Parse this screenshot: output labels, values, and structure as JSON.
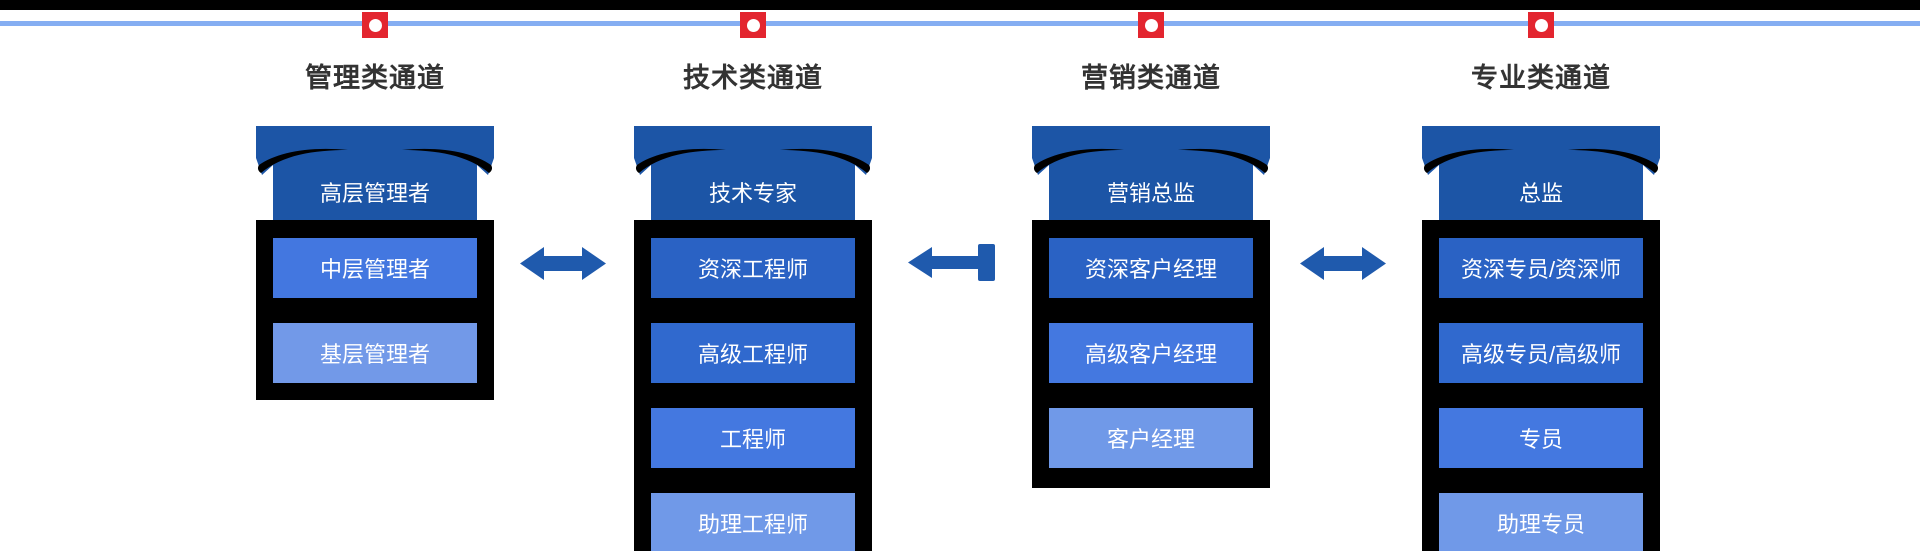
{
  "decor": {
    "background_color": "#FFFFFF",
    "top_bar_color": "#000000",
    "timeline_color": "#85AEF2",
    "marker_color": "#E3252F",
    "marker_dot_color": "#FFFFFF",
    "arrow_color": "#1F5AAD",
    "frame_color": "#000000",
    "banner_color": "#1C55A6",
    "title_color": "#333333",
    "level_text_color": "#FFFFFF"
  },
  "channels": [
    {
      "title": "管理类通道",
      "top_level": "高层管理者",
      "levels": [
        {
          "label": "中层管理者",
          "color": "#4377E0"
        },
        {
          "label": "基层管理者",
          "color": "#7299E8"
        }
      ]
    },
    {
      "title": "技术类通道",
      "top_level": "技术专家",
      "levels": [
        {
          "label": "资深工程师",
          "color": "#2A62C4"
        },
        {
          "label": "高级工程师",
          "color": "#3069CE"
        },
        {
          "label": "工程师",
          "color": "#4478E0"
        },
        {
          "label": "助理工程师",
          "color": "#7099E8"
        }
      ]
    },
    {
      "title": "营销类通道",
      "top_level": "营销总监",
      "levels": [
        {
          "label": "资深客户经理",
          "color": "#2A62C4"
        },
        {
          "label": "高级客户经理",
          "color": "#4478E0"
        },
        {
          "label": "客户经理",
          "color": "#7099E8"
        }
      ]
    },
    {
      "title": "专业类通道",
      "top_level": "总监",
      "levels": [
        {
          "label": "资深专员/资深师",
          "color": "#2A62C4"
        },
        {
          "label": "高级专员/高级师",
          "color": "#3069CE"
        },
        {
          "label": "专员",
          "color": "#4478E0"
        },
        {
          "label": "助理专员",
          "color": "#7099E8"
        }
      ]
    }
  ],
  "arrows": [
    {
      "type": "double-headed"
    },
    {
      "type": "left"
    },
    {
      "type": "double-headed"
    }
  ]
}
